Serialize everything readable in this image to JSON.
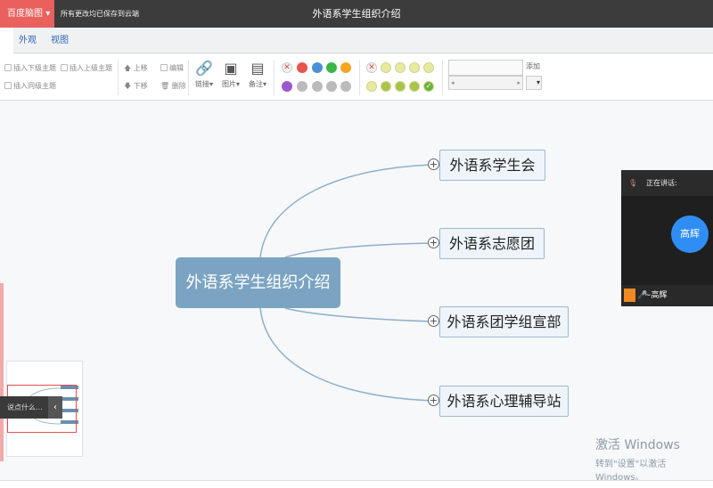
{
  "titlebar": {
    "app_button": "百度脑图",
    "save_status": "所有更改均已保存到云端",
    "document_title": "外语系学生组织介绍"
  },
  "tabs": [
    {
      "label": "外观"
    },
    {
      "label": "视图"
    }
  ],
  "toolbar": {
    "insert_child": "插入下级主题",
    "insert_parent": "插入上级主题",
    "insert_sibling": "插入同级主题",
    "move_up": "上移",
    "move_down": "下移",
    "edit": "编辑",
    "delete": "删除",
    "link": "链接",
    "image": "图片",
    "note": "备注",
    "priority_labels": [
      "1",
      "2",
      "3",
      "4",
      "5",
      "6",
      "7",
      "8",
      "9"
    ],
    "add": "添加"
  },
  "mindmap": {
    "root": "外语系学生组织介绍",
    "children": [
      "外语系学生会",
      "外语系志愿团",
      "外语系团学组宣部",
      "外语系心理辅导站"
    ]
  },
  "video": {
    "header": "正在讲话:",
    "avatar_name": "高辉",
    "participant": "~高辉"
  },
  "chat": {
    "placeholder": "说点什么..."
  },
  "watermark": {
    "title": "激活 Windows",
    "subtitle": "转到\"设置\"以激活 Windows。"
  },
  "colors": {
    "brand": "#e9605c",
    "root_node": "#7ba4c3",
    "avatar": "#2f8ef5"
  }
}
